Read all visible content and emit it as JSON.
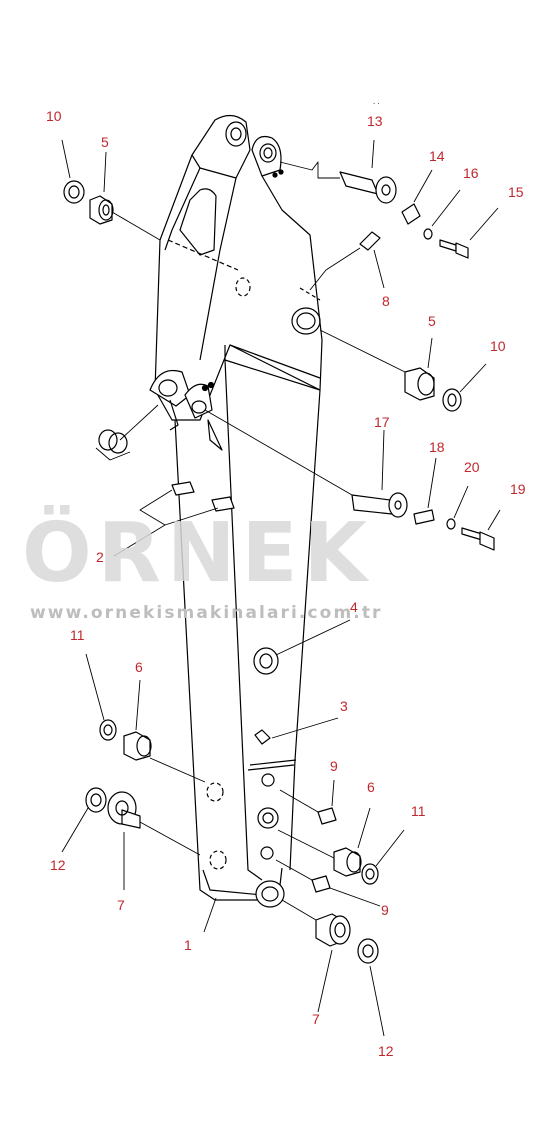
{
  "callouts": {
    "c10a": "10",
    "c5a": "5",
    "c13": "13",
    "c14": "14",
    "c16": "16",
    "c15": "15",
    "c8": "8",
    "c5b": "5",
    "c10b": "10",
    "c17": "17",
    "c18": "18",
    "c20": "20",
    "c19": "19",
    "c2": "2",
    "c4": "4",
    "c11a": "11",
    "c6a": "6",
    "c3": "3",
    "c9a": "9",
    "c6b": "6",
    "c11b": "11",
    "c12a": "12",
    "c7a": "7",
    "c9b": "9",
    "c1": "1",
    "c7b": "7",
    "c12b": "12"
  },
  "watermark": {
    "brand": "ÖRNEK",
    "url": "www.ornekismakinalari.com.tr"
  },
  "colors": {
    "callout": "#c0282d",
    "line": "#000000",
    "watermark": "#d9d9d9"
  }
}
